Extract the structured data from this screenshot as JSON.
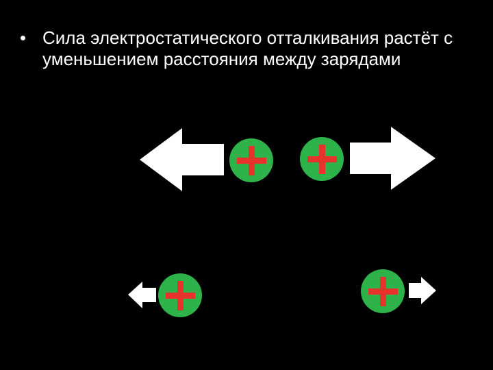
{
  "slide": {
    "bullet_text": "Сила электростатического отталкивания растёт с уменьшением расстояния между зарядами",
    "colors": {
      "background": "#000000",
      "text": "#ffffff",
      "charge_fill": "#2db34a",
      "charge_sign": "#e8322c",
      "arrow": "#ffffff"
    },
    "charges": [
      {
        "name": "charge-top-left",
        "sign": "+",
        "icon": "plus-icon"
      },
      {
        "name": "charge-top-right",
        "sign": "+",
        "icon": "plus-icon"
      },
      {
        "name": "charge-bottom-left",
        "sign": "+",
        "icon": "plus-icon"
      },
      {
        "name": "charge-bottom-right",
        "sign": "+",
        "icon": "plus-icon"
      }
    ],
    "arrows": [
      {
        "name": "arrow-left-large-icon",
        "direction": "left",
        "magnitude": "large"
      },
      {
        "name": "arrow-right-large-icon",
        "direction": "right",
        "magnitude": "large"
      },
      {
        "name": "arrow-left-small-icon",
        "direction": "left",
        "magnitude": "small"
      },
      {
        "name": "arrow-right-small-icon",
        "direction": "right",
        "magnitude": "small"
      }
    ]
  }
}
